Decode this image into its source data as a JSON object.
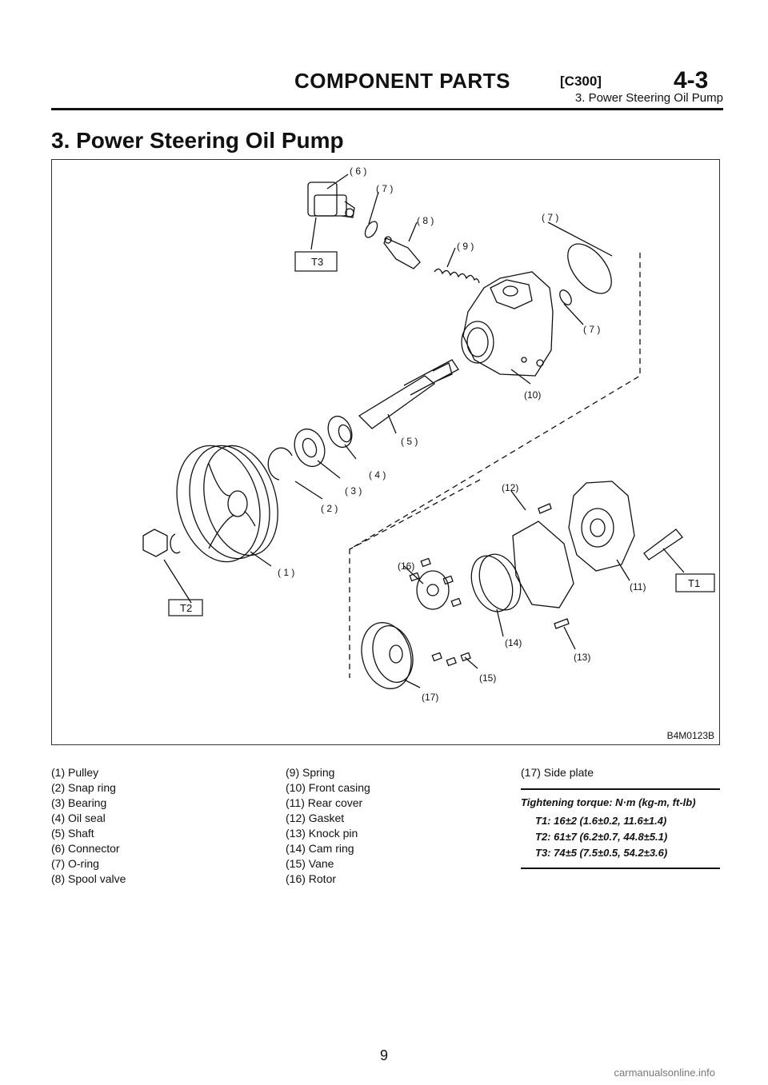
{
  "header": {
    "title": "COMPONENT PARTS",
    "code": "[C300]",
    "section": "4-3",
    "subtitle": "3. Power Steering Oil Pump"
  },
  "page_title": "3. Power Steering Oil Pump",
  "figure": {
    "id": "B4M0123B",
    "callouts": {
      "c6": "( 6 )",
      "c7a": "( 7 )",
      "c8": "( 8 )",
      "c9": "( 9 )",
      "c7b": "( 7 )",
      "c7c": "( 7 )",
      "c10": "(10)",
      "c5": "( 5 )",
      "c4": "( 4 )",
      "c3": "( 3 )",
      "c2": "( 2 )",
      "c12": "(12)",
      "c1": "( 1 )",
      "c16": "(16)",
      "c11": "(11)",
      "c14": "(14)",
      "c13": "(13)",
      "c15": "(15)",
      "c17": "(17)"
    },
    "torque_tags": {
      "t1": "T1",
      "t2": "T2",
      "t3": "T3"
    }
  },
  "legend": {
    "col1": [
      "(1) Pulley",
      "(2) Snap ring",
      "(3) Bearing",
      "(4) Oil seal",
      "(5) Shaft",
      "(6) Connector",
      "(7) O-ring",
      "(8) Spool valve"
    ],
    "col2": [
      "(9) Spring",
      "(10) Front casing",
      "(11) Rear cover",
      "(12) Gasket",
      "(13) Knock pin",
      "(14) Cam ring",
      "(15) Vane",
      "(16) Rotor"
    ],
    "col3": [
      "(17) Side plate"
    ]
  },
  "torque": {
    "title": "Tightening torque: N·m (kg-m, ft-lb)",
    "t1": "T1: 16±2 (1.6±0.2, 11.6±1.4)",
    "t2": "T2: 61±7 (6.2±0.7, 44.8±5.1)",
    "t3": "T3: 74±5 (7.5±0.5, 54.2±3.6)"
  },
  "page_number": "9",
  "watermark": "carmanualsonline.info"
}
